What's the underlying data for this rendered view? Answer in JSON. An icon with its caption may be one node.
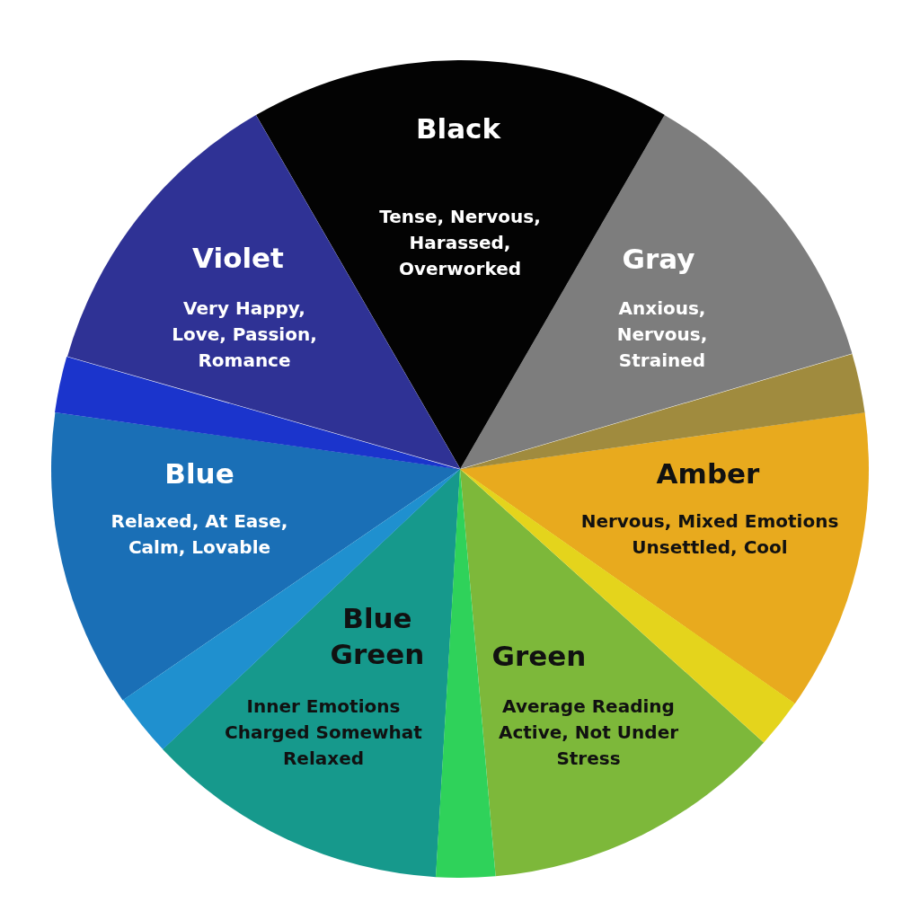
{
  "diagram": {
    "nodes": [
      {
        "text": [
          "Black",
          "Tense, Nervous, Harassed, Overworked"
        ]
      },
      {
        "text": [
          "Gray",
          "Anxious, Nervous, Strained"
        ]
      },
      {
        "text": [
          "Amber",
          "Nervous, Mixed Emotions Unsettled, Cool"
        ]
      },
      {
        "text": [
          "Green",
          "Average Reading Active, Not Under Stress"
        ]
      },
      {
        "text": [
          "Blue Green",
          "Inner Emotions Charged Somewhat Relaxed"
        ]
      },
      {
        "text": [
          "Blue",
          "Relaxed, At Ease, Calm, Lovable"
        ]
      },
      {
        "text": [
          "Violet",
          "Very Happy, Love, Passion, Romance"
        ]
      },
      {
        "text": [],
        "shape": "wedge"
      },
      {
        "text": [],
        "shape": "wedge"
      },
      {
        "text": [],
        "shape": "wedge"
      },
      {
        "text": [],
        "shape": "wedge"
      },
      {
        "text": [],
        "shape": "wedge"
      }
    ]
  }
}
